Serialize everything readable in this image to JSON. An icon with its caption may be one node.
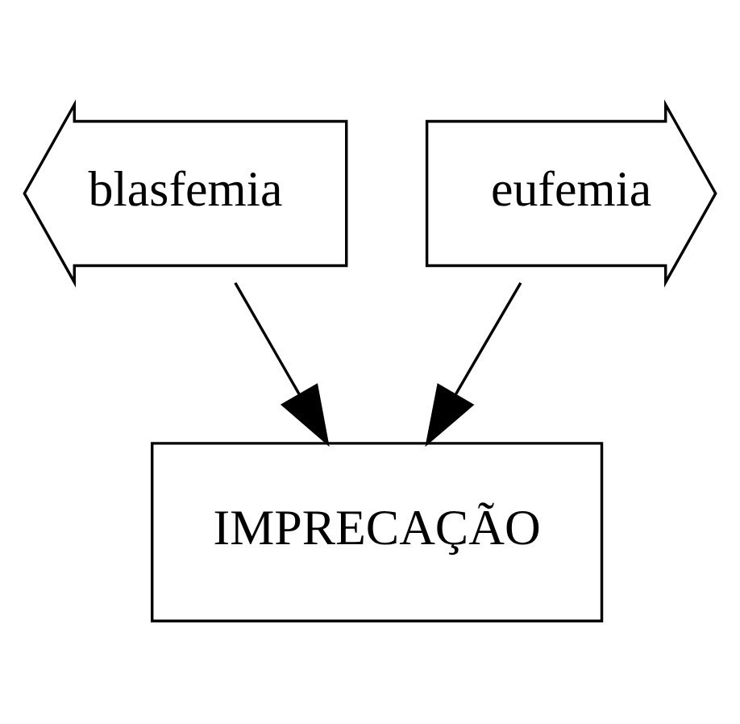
{
  "diagram": {
    "nodes": [
      {
        "text": [
          "blasfemia"
        ]
      },
      {
        "text": [
          "eufemia"
        ]
      },
      {
        "text": [
          "IMPRECAÇÃO"
        ]
      }
    ],
    "edges": [
      {
        "from": 0,
        "to": 2,
        "arrow": "to"
      },
      {
        "from": 1,
        "to": 2,
        "arrow": "to"
      }
    ]
  }
}
